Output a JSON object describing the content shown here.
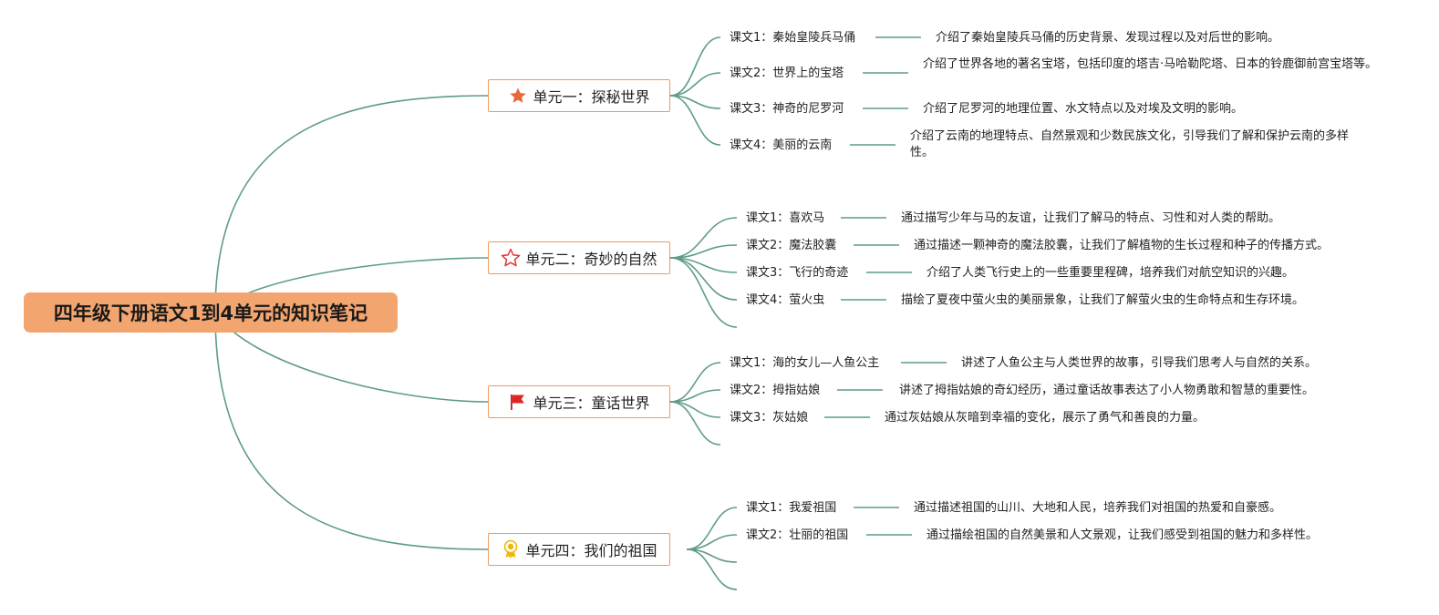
{
  "colors": {
    "link": "#5e9c88",
    "root_fill": "#f3a56f",
    "unit_border": "#ef9a5a"
  },
  "root": {
    "title": "四年级下册语文1到4单元的知识笔记"
  },
  "units": [
    {
      "title": "单元一：探秘世界",
      "icon": "star-filled-icon",
      "lessons": [
        {
          "label": "课文1：秦始皇陵兵马俑",
          "desc": "介绍了秦始皇陵兵马俑的历史背景、发现过程以及对后世的影响。"
        },
        {
          "label": "课文2：世界上的宝塔",
          "desc": "介绍了世界各地的著名宝塔，包括印度的塔吉·马哈勒陀塔、日本的铃鹿御前宫宝塔等。"
        },
        {
          "label": "课文3：神奇的尼罗河",
          "desc": "介绍了尼罗河的地理位置、水文特点以及对埃及文明的影响。"
        },
        {
          "label": "课文4：美丽的云南",
          "desc": "介绍了云南的地理特点、自然景观和少数民族文化，引导我们了解和保护云南的多样性。"
        }
      ]
    },
    {
      "title": "单元二：奇妙的自然",
      "icon": "star-outline-icon",
      "lessons": [
        {
          "label": "课文1：喜欢马",
          "desc": "通过描写少年与马的友谊，让我们了解马的特点、习性和对人类的帮助。"
        },
        {
          "label": "课文2：魔法胶囊",
          "desc": "通过描述一颗神奇的魔法胶囊，让我们了解植物的生长过程和种子的传播方式。"
        },
        {
          "label": "课文3：飞行的奇迹",
          "desc": "介绍了人类飞行史上的一些重要里程碑，培养我们对航空知识的兴趣。"
        },
        {
          "label": "课文4：萤火虫",
          "desc": "描绘了夏夜中萤火虫的美丽景象，让我们了解萤火虫的生命特点和生存环境。"
        }
      ]
    },
    {
      "title": "单元三：童话世界",
      "icon": "red-flag-icon",
      "lessons": [
        {
          "label": "课文1：海的女儿—人鱼公主",
          "desc": "讲述了人鱼公主与人类世界的故事，引导我们思考人与自然的关系。"
        },
        {
          "label": "课文2：拇指姑娘",
          "desc": "讲述了拇指姑娘的奇幻经历，通过童话故事表达了小人物勇敢和智慧的重要性。"
        },
        {
          "label": "课文3：灰姑娘",
          "desc": "通过灰姑娘从灰暗到幸福的变化，展示了勇气和善良的力量。"
        }
      ]
    },
    {
      "title": "单元四：我们的祖国",
      "icon": "award-ribbon-icon",
      "lessons": [
        {
          "label": "课文1：我爱祖国",
          "desc": "通过描述祖国的山川、大地和人民，培养我们对祖国的热爱和自豪感。"
        },
        {
          "label": "课文2：壮丽的祖国",
          "desc": "通过描绘祖国的自然美景和人文景观，让我们感受到祖国的魅力和多样性。"
        }
      ]
    }
  ]
}
